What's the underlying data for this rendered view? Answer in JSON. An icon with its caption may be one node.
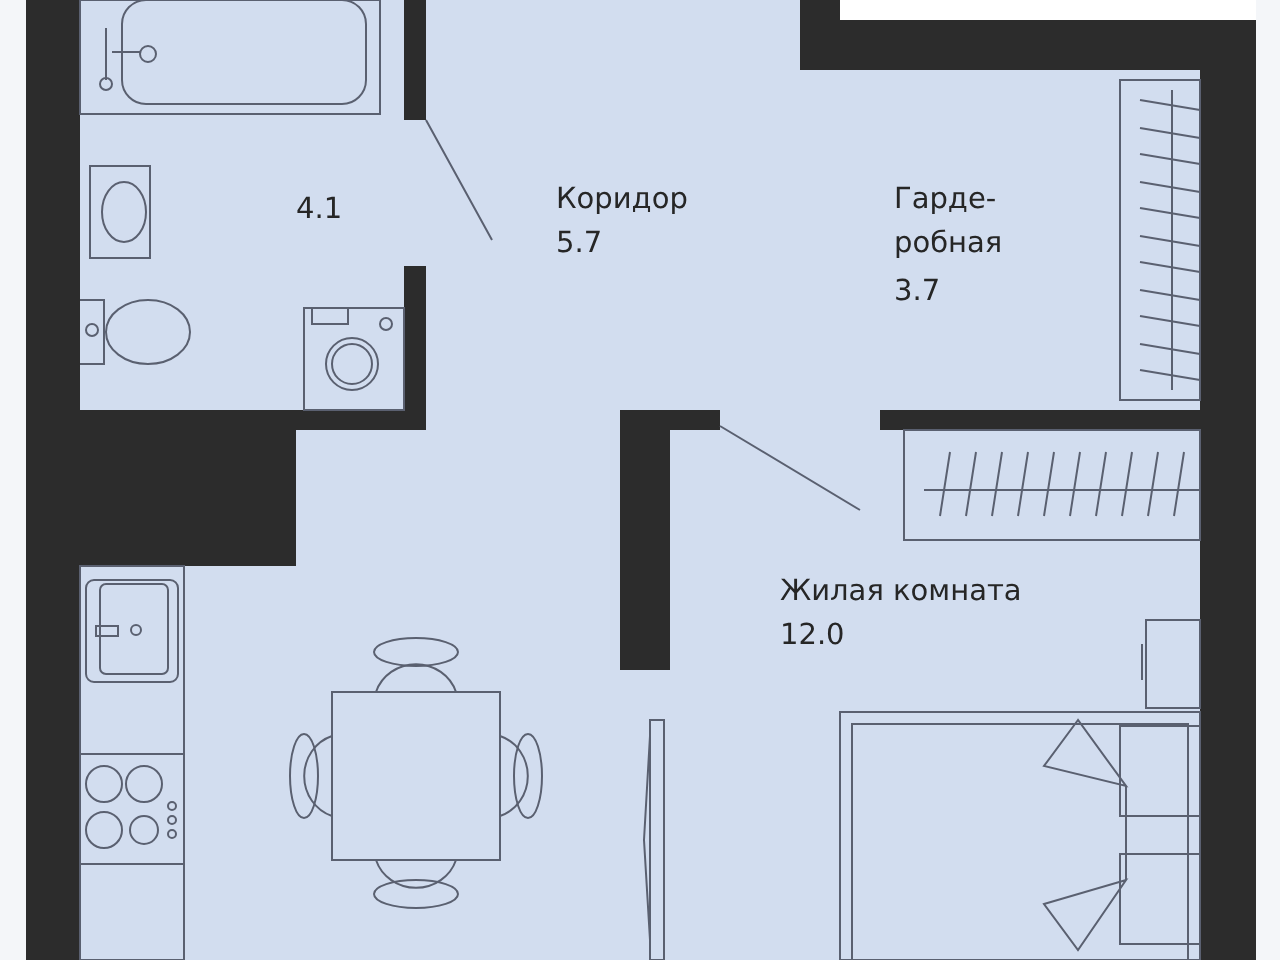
{
  "diagram": {
    "labels": [
      "4.1",
      "Коридор",
      "5.7",
      "Гарде- робная",
      "3.7",
      "Жилая комната",
      "12.0"
    ]
  }
}
